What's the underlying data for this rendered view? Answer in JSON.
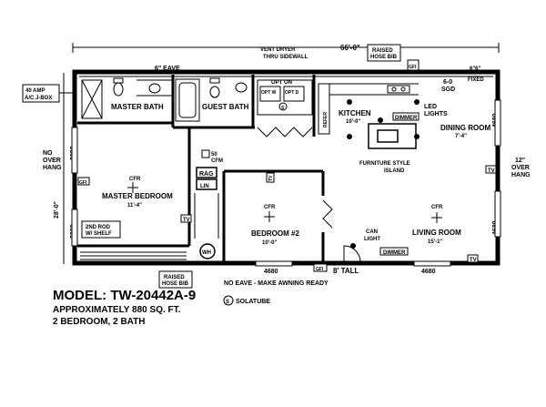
{
  "plan": {
    "top_dimension": "66'-0\"",
    "top_labels": {
      "vent_dryer": "VENT DRYER",
      "thru_sidewall": "THRU SIDEWALL",
      "raised": "RAISED",
      "hose_bib": "HOSE BIB",
      "gfi": "GFI",
      "eave_left": "6\" EAVE",
      "eave_right": "6\"6\"",
      "fixed": "FIXED",
      "amp_line1": "40 AMP",
      "amp_line2": "A/C J-BOX"
    },
    "left_labels": {
      "no": "NO",
      "over": "OVER",
      "hang": "HANG",
      "width": "28'-0\"",
      "window_top": "3080",
      "window_bottom": "3080"
    },
    "right_labels": {
      "overhang_12": "12\"",
      "over": "OVER",
      "hang": "HANG",
      "window_top": "4680",
      "window_bottom": "4680"
    },
    "rooms": {
      "master_bath": "MASTER BATH",
      "guest_bath": "GUEST BATH",
      "opt_on": "OPT ON",
      "opt_w": "OPT W",
      "opt_d": "OPT D",
      "solatube_mark": "S",
      "kitchen": "KITCHEN",
      "kitchen_size": "10'-0\"",
      "sgd_line1": "6-0",
      "sgd_line2": "SGD",
      "led_line1": "LED",
      "led_line2": "LIGHTS",
      "dimmer": "DIMMER",
      "refer": "REFER",
      "dining_room": "DINING ROOM",
      "dining_size": "7'-4\"",
      "island_line1": "FURNITURE STYLE",
      "island_line2": "ISLAND",
      "cfm_line1": "50",
      "cfm_line2": "CFM",
      "rag": "RAG",
      "lin": "LIN",
      "cfr": "CFR",
      "master_bedroom": "MASTER BEDROOM",
      "master_bedroom_size": "11'-4\"",
      "bedroom2": "BEDROOM #2",
      "bedroom2_size": "10'-0\"",
      "living_room": "LIVING ROOM",
      "living_size": "15'-1\"",
      "can_line1": "CAN",
      "can_line2": "LIGHT",
      "rod_line1": "2ND ROD",
      "rod_line2": "W/ SHELF",
      "wh": "WH",
      "tv": "TV",
      "gfi": "GFI",
      "eight_tall": "8' TALL"
    },
    "bottom_labels": {
      "raised": "RAISED",
      "hose_bib": "HOSE BIB",
      "window_left": "4680",
      "window_right": "4680",
      "no_eave": "NO EAVE - MAKE AWNING READY",
      "solatube_mark": "S",
      "solatube": "SOLATUBE"
    }
  },
  "caption": {
    "model": "MODEL: TW-20442A-9",
    "area": "APPROXIMATELY 880 SQ. FT.",
    "beds_baths": "2 BEDROOM, 2 BATH"
  }
}
